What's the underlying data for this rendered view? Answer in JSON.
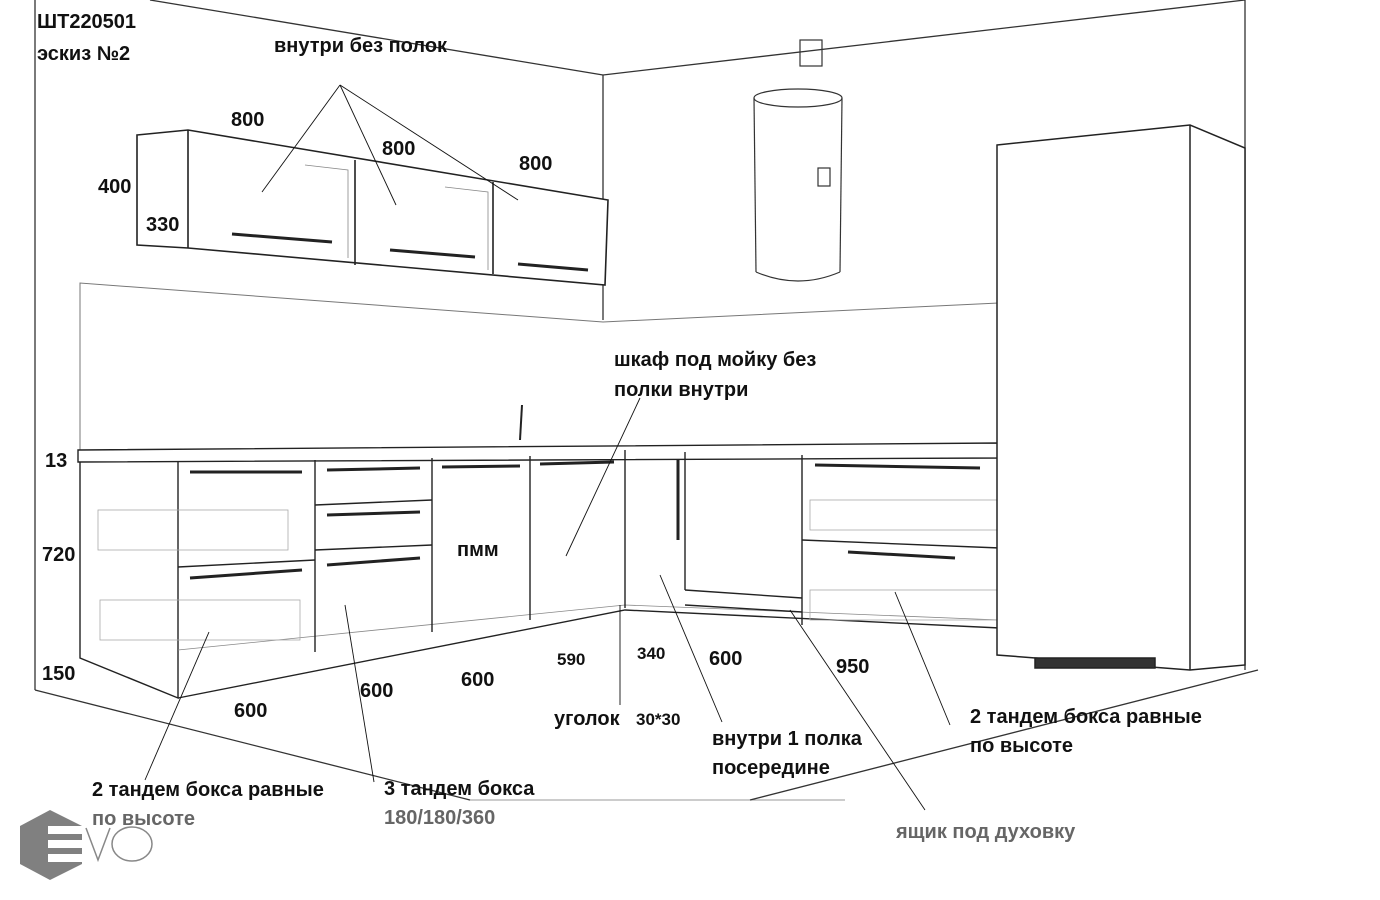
{
  "header": {
    "code": "ШТ220501",
    "sketch": "эскиз №2"
  },
  "upper_cabinets": {
    "note": "внутри без полок",
    "widths": [
      "800",
      "800",
      "800"
    ],
    "height": "400",
    "depth": "330"
  },
  "sink_note": {
    "line1": "шкаф под мойку без",
    "line2": "полки внутри"
  },
  "heights": {
    "countertop": "13",
    "cabinet": "720",
    "plinth": "150"
  },
  "dishwasher_label": "пмм",
  "base_widths": {
    "w1": "600",
    "w2": "600",
    "w3": "600",
    "w4": "590",
    "w5": "340",
    "w6": "600",
    "w7": "950"
  },
  "corner_note": {
    "label": "уголок",
    "size": "30*30"
  },
  "shelf_note": {
    "line1": "внутри 1 полка",
    "line2": "посередине"
  },
  "right_drawers_note": {
    "line1": "2 тандем бокса равные",
    "line2": "по высоте"
  },
  "left_drawers_note": {
    "line1": "2 тандем бокса равные",
    "line2": "по высоте"
  },
  "middle_drawers_note": {
    "line1": "3 тандем бокса",
    "line2": "180/180/360"
  },
  "oven_note": "ящик под духовку",
  "logo": {
    "text": "EVO"
  },
  "colors": {
    "line": "#222222",
    "thin": "#9a9a9a",
    "logo": "#808080"
  }
}
